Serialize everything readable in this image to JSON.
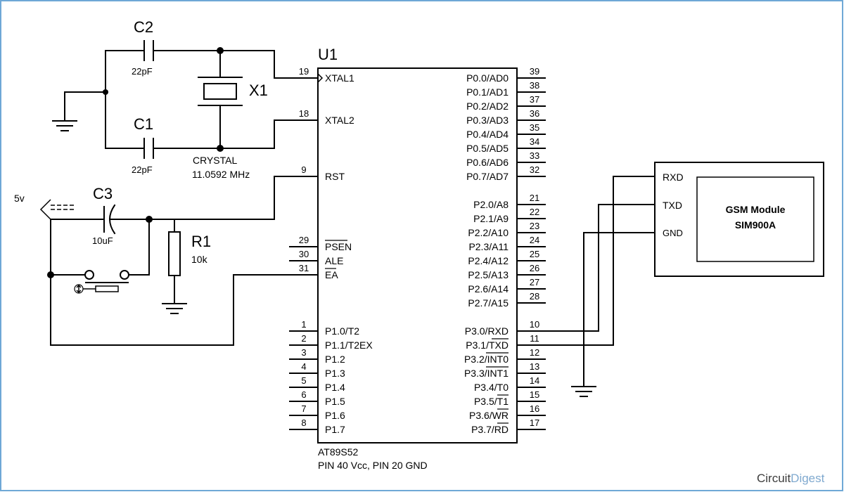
{
  "title": "",
  "mcu": {
    "ref": "U1",
    "part": "AT89S52",
    "power_note": "PIN 40 Vcc, PIN 20 GND",
    "left_top": [
      {
        "num": "19",
        "label": "XTAL1"
      },
      {
        "num": "18",
        "label": "XTAL2"
      },
      {
        "num": "9",
        "label": "RST"
      }
    ],
    "left_ctrl": [
      {
        "num": "29",
        "label": "PSEN"
      },
      {
        "num": "30",
        "label": "ALE"
      },
      {
        "num": "31",
        "label": "EA"
      }
    ],
    "left_p1": [
      {
        "num": "1",
        "label": "P1.0/T2"
      },
      {
        "num": "2",
        "label": "P1.1/T2EX"
      },
      {
        "num": "3",
        "label": "P1.2"
      },
      {
        "num": "4",
        "label": "P1.3"
      },
      {
        "num": "5",
        "label": "P1.4"
      },
      {
        "num": "6",
        "label": "P1.5"
      },
      {
        "num": "7",
        "label": "P1.6"
      },
      {
        "num": "8",
        "label": "P1.7"
      }
    ],
    "right_p0": [
      {
        "num": "39",
        "label": "P0.0/AD0"
      },
      {
        "num": "38",
        "label": "P0.1/AD1"
      },
      {
        "num": "37",
        "label": "P0.2/AD2"
      },
      {
        "num": "36",
        "label": "P0.3/AD3"
      },
      {
        "num": "35",
        "label": "P0.4/AD4"
      },
      {
        "num": "34",
        "label": "P0.5/AD5"
      },
      {
        "num": "33",
        "label": "P0.6/AD6"
      },
      {
        "num": "32",
        "label": "P0.7/AD7"
      }
    ],
    "right_p2": [
      {
        "num": "21",
        "label": "P2.0/A8"
      },
      {
        "num": "22",
        "label": "P2.1/A9"
      },
      {
        "num": "23",
        "label": "P2.2/A10"
      },
      {
        "num": "24",
        "label": "P2.3/A11"
      },
      {
        "num": "25",
        "label": "P2.4/A12"
      },
      {
        "num": "26",
        "label": "P2.5/A13"
      },
      {
        "num": "27",
        "label": "P2.6/A14"
      },
      {
        "num": "28",
        "label": "P2.7/A15"
      }
    ],
    "right_p3": [
      {
        "num": "10",
        "label": "P3.0/RXD"
      },
      {
        "num": "11",
        "label": "P3.1/TXD"
      },
      {
        "num": "12",
        "label": "P3.2/INT0"
      },
      {
        "num": "13",
        "label": "P3.3/INT1"
      },
      {
        "num": "14",
        "label": "P3.4/T0"
      },
      {
        "num": "15",
        "label": "P3.5/T1"
      },
      {
        "num": "16",
        "label": "P3.6/WR"
      },
      {
        "num": "17",
        "label": "P3.7/RD"
      }
    ]
  },
  "components": {
    "c2": {
      "ref": "C2",
      "value": "22pF"
    },
    "c1": {
      "ref": "C1",
      "value": "22pF"
    },
    "x1": {
      "ref": "X1",
      "type": "CRYSTAL",
      "value": "11.0592 MHz"
    },
    "c3": {
      "ref": "C3",
      "value": "10uF"
    },
    "r1": {
      "ref": "R1",
      "value": "10k"
    },
    "supply": {
      "label": "5v"
    }
  },
  "gsm": {
    "title_line1": "GSM Module",
    "title_line2": "SIM900A",
    "pins": [
      "RXD",
      "TXD",
      "GND"
    ]
  },
  "brand": {
    "part1": "Circuit",
    "part2": "Digest"
  },
  "colors": {
    "frame": "#6fa8d6",
    "ink": "#000000"
  }
}
